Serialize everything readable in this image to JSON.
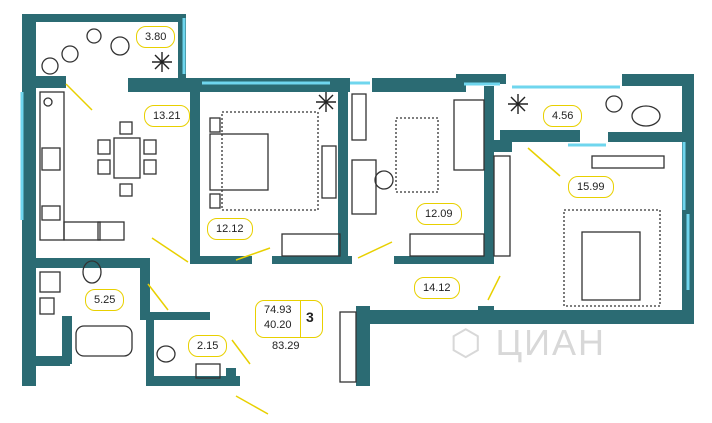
{
  "colors": {
    "wall": "#2b6b73",
    "window": "#6fd6ee",
    "door_line": "#e8d000",
    "furniture": "#333333"
  },
  "rooms": [
    {
      "id": "balcony-left",
      "area": "3.80"
    },
    {
      "id": "kitchen",
      "area": "13.21"
    },
    {
      "id": "bedroom-1",
      "area": "12.12"
    },
    {
      "id": "bedroom-2",
      "area": "12.09"
    },
    {
      "id": "balcony-right",
      "area": "4.56"
    },
    {
      "id": "bedroom-3",
      "area": "15.99"
    },
    {
      "id": "hall",
      "area": "14.12"
    },
    {
      "id": "bathroom",
      "area": "5.25"
    },
    {
      "id": "toilet",
      "area": "2.15"
    }
  ],
  "summary": {
    "living_area_line1": "74.93",
    "living_area_line2": "40.20",
    "rooms_count": "3",
    "total_area": "83.29"
  },
  "watermark": {
    "text": "ЦИАН",
    "icon": "cian-logo-icon"
  }
}
